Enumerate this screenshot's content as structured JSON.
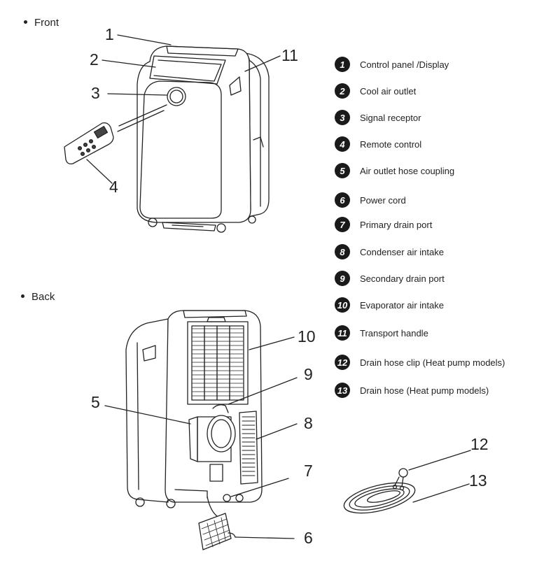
{
  "sections": {
    "front_label": "Front",
    "back_label": "Back"
  },
  "callouts": {
    "front": [
      "1",
      "2",
      "3",
      "4",
      "11"
    ],
    "back": [
      "10",
      "9",
      "5",
      "8",
      "7",
      "6"
    ],
    "accessory": [
      "12",
      "13"
    ]
  },
  "legend": [
    {
      "num": "1",
      "label": "Control  panel /Display"
    },
    {
      "num": "2",
      "label": "Cool air outlet"
    },
    {
      "num": "3",
      "label": "Signal receptor"
    },
    {
      "num": "4",
      "label": "Remote control"
    },
    {
      "num": "5",
      "label": "Air outlet hose coupling"
    },
    {
      "num": "6",
      "label": "Power cord"
    },
    {
      "num": "7",
      "label": "Primary drain port"
    },
    {
      "num": "8",
      "label": "Condenser air intake"
    },
    {
      "num": "9",
      "label": "Secondary drain port"
    },
    {
      "num": "10",
      "label": "Evaporator air intake"
    },
    {
      "num": "11",
      "label": "Transport handle"
    },
    {
      "num": "12",
      "label": "Drain hose clip (Heat pump models)"
    },
    {
      "num": "13",
      "label": "Drain hose (Heat pump models)"
    }
  ]
}
